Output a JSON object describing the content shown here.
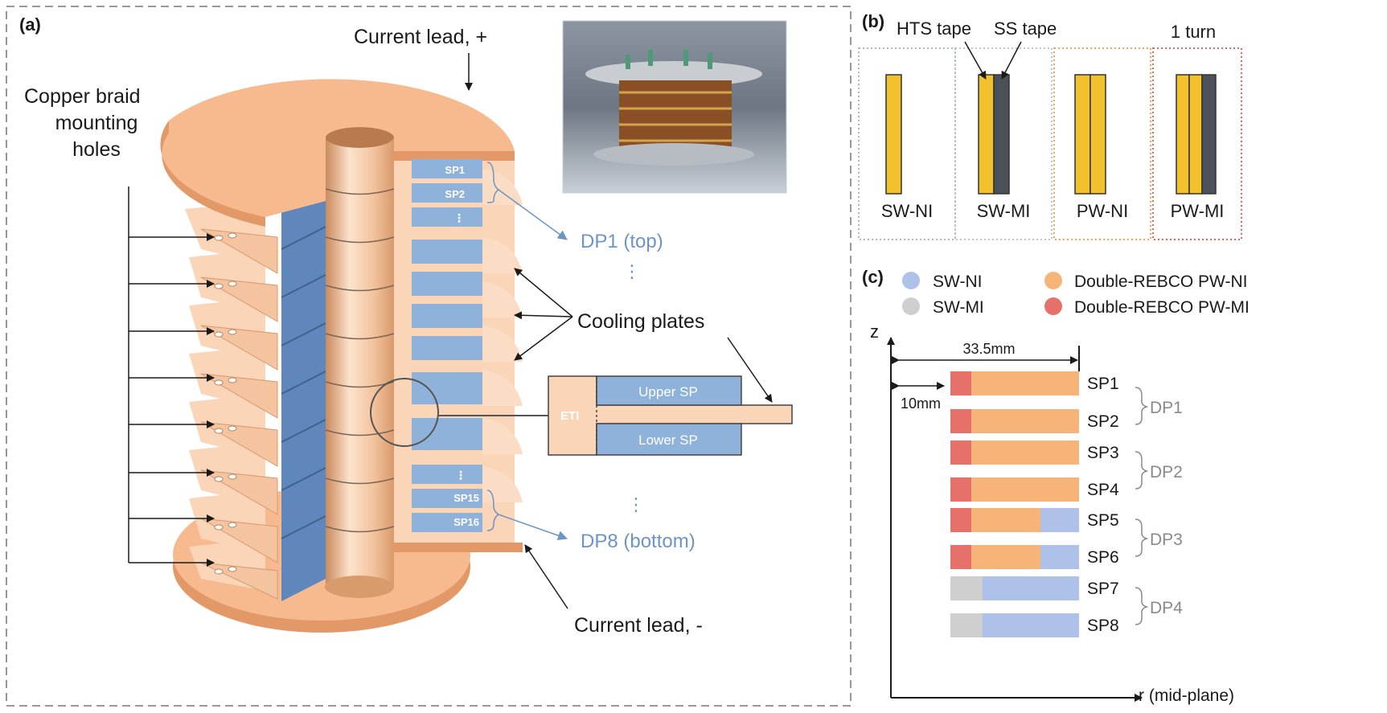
{
  "colors": {
    "copper": "#f7b98e",
    "copper_light": "#fad5b8",
    "copper_dark": "#e39868",
    "coil_blue": "#8fb2da",
    "coil_dark": "#5f87bb",
    "hts_yellow": "#f2c12e",
    "ss_grey": "#4a5159",
    "sw_ni": "#aec1e8",
    "sw_mi": "#cfcfcf",
    "pw_ni": "#f7b478",
    "pw_mi": "#e5716a",
    "label_blue": "#6e94c4"
  },
  "panel_a": {
    "tag": "(a)",
    "current_lead_top": "Current lead, +",
    "current_lead_bottom": "Current lead, -",
    "mounting_holes": [
      "Copper braid",
      "mounting",
      "holes"
    ],
    "cooling_plates": "Cooling plates",
    "dp_top": "DP1 (top)",
    "dp_bottom": "DP8 (bottom)",
    "sp_labels": [
      "SP1",
      "SP2",
      "SP15",
      "SP16"
    ],
    "dots": "⋮",
    "inset": {
      "eti": "ETI",
      "upper_sp": "Upper SP",
      "lower_sp": "Lower SP"
    }
  },
  "panel_b": {
    "tag": "(b)",
    "hts_tape": "HTS tape",
    "ss_tape": "SS tape",
    "one_turn": "1 turn",
    "types": [
      "SW-NI",
      "SW-MI",
      "PW-NI",
      "PW-MI"
    ]
  },
  "panel_c": {
    "tag": "(c)",
    "legend": [
      "SW-NI",
      "SW-MI",
      "Double-REBCO PW-NI",
      "Double-REBCO PW-MI"
    ],
    "axis_z": "z",
    "axis_r": "r (mid-plane)",
    "dim_total": "33.5mm",
    "dim_offset": "10mm",
    "sp_rows": [
      "SP1",
      "SP2",
      "SP3",
      "SP4",
      "SP5",
      "SP6",
      "SP7",
      "SP8"
    ],
    "dp_groups": [
      "DP1",
      "DP2",
      "DP3",
      "DP4"
    ]
  }
}
